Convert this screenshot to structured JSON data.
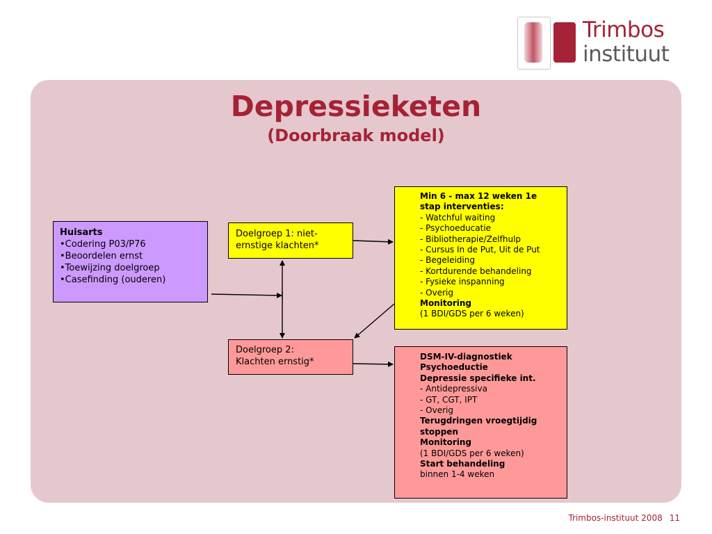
{
  "logo": {
    "line1": "Trimbos",
    "line2": "instituut",
    "colors": {
      "brand_red": "#a62237",
      "brand_gray": "#5a5a5a"
    }
  },
  "title": "Depressieketen",
  "subtitle": "(Doorbraak model)",
  "boxes": {
    "huisarts": {
      "heading": "Huisarts",
      "items": [
        "•Codering P03/P76",
        "•Beoordelen ernst",
        "•Toewijzing doelgroep",
        "•Casefinding (ouderen)"
      ]
    },
    "doelgroep1": {
      "lines": [
        "Doelgroep 1: niet-",
        "ernstige klachten*"
      ]
    },
    "doelgroep2": {
      "lines": [
        "Doelgroep 2:",
        "Klachten ernstig*"
      ]
    },
    "step1": {
      "heading_lines": [
        "Min 6 - max 12 weken 1e",
        "stap interventies:"
      ],
      "items": [
        "- Watchful waiting",
        "- Psychoeducatie",
        "- Bibliotherapie/Zelfhulp",
        "- Cursus In de Put, Uit de Put",
        "- Begeleiding",
        "- Kortdurende behandeling",
        "- Fysieke inspanning",
        "- Overig"
      ],
      "monitoring_heading": "Monitoring",
      "monitoring_text": "(1 BDI/GDS per 6 weken)"
    },
    "dsm": {
      "headings": [
        "DSM-IV-diagnostiek",
        "Psychoeductie",
        "Depressie specifieke int."
      ],
      "items": [
        "- Antidepressiva",
        "- GT, CGT, IPT",
        "- Overig"
      ],
      "stop_heading_lines": [
        "Terugdringen vroegtijdig",
        "stoppen"
      ],
      "monitoring_heading": "Monitoring",
      "monitoring_text": "(1 BDI/GDS per 6 weken)",
      "start_heading": "Start behandeling",
      "start_text": "binnen 1-4 weken"
    }
  },
  "footer": {
    "org": "Trimbos-instituut 2008",
    "page": "11"
  },
  "colors": {
    "panel_background": "#e4c8ce",
    "title": "#a52235",
    "huisarts_box": "#cc99ff",
    "yellow_box": "#ffff00",
    "pink_box": "#ff9999"
  }
}
